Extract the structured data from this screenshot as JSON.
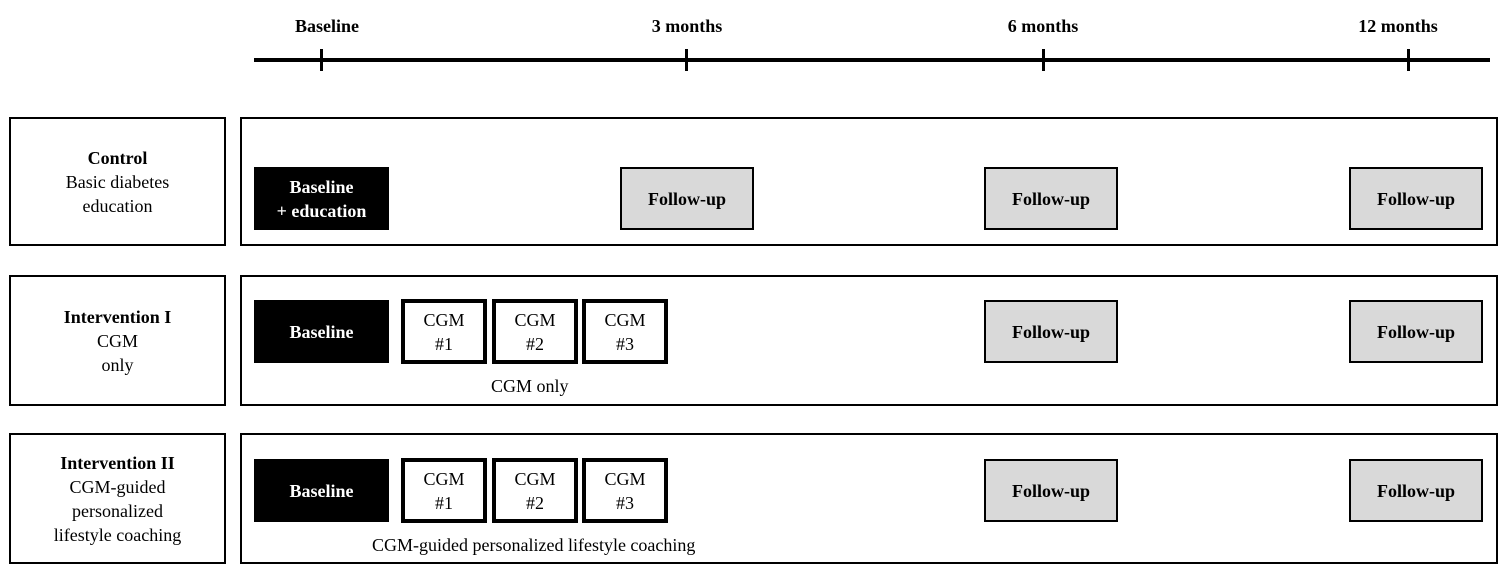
{
  "timeline": {
    "ticks": [
      {
        "label": "Baseline"
      },
      {
        "label": "3 months"
      },
      {
        "label": "6 months"
      },
      {
        "label": "12 months"
      }
    ]
  },
  "groups": [
    {
      "name": "Control",
      "desc": [
        "Basic diabetes",
        "education"
      ],
      "baseline_label": [
        "Baseline",
        "+ education"
      ],
      "cgm": [],
      "caption": "",
      "followups": [
        "Follow-up",
        "Follow-up",
        "Follow-up"
      ]
    },
    {
      "name": "Intervention I",
      "desc": [
        "CGM",
        "only"
      ],
      "baseline_label": [
        "Baseline"
      ],
      "cgm": [
        [
          "CGM",
          "#1"
        ],
        [
          "CGM",
          "#2"
        ],
        [
          "CGM",
          "#3"
        ]
      ],
      "caption": "CGM only",
      "followups": [
        "Follow-up",
        "Follow-up"
      ]
    },
    {
      "name": "Intervention II",
      "desc": [
        "CGM-guided",
        "personalized",
        "lifestyle coaching"
      ],
      "baseline_label": [
        "Baseline"
      ],
      "cgm": [
        [
          "CGM",
          "#1"
        ],
        [
          "CGM",
          "#2"
        ],
        [
          "CGM",
          "#3"
        ]
      ],
      "caption": "CGM-guided personalized lifestyle coaching",
      "followups": [
        "Follow-up",
        "Follow-up"
      ]
    }
  ]
}
